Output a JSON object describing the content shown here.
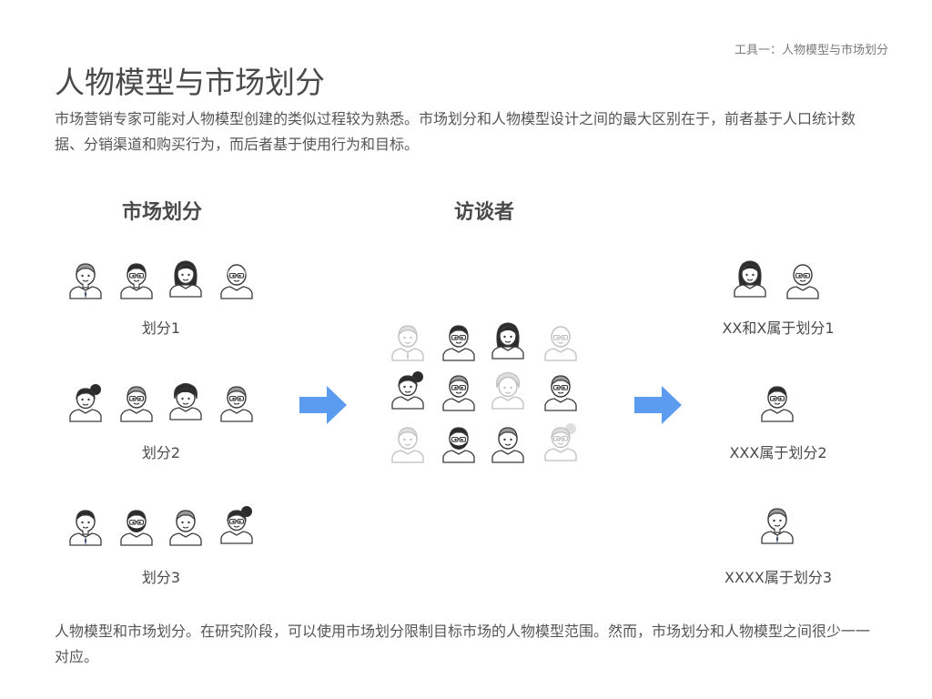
{
  "header_tag": "工具一：人物模型与市场划分",
  "title": "人物模型与市场划分",
  "intro_text": "市场营销专家可能对人物模型创建的类似过程较为熟悉。市场划分和人物模型设计之间的最大区别在于，前者基于人口统计数据、分销渠道和购买行为，而后者基于使用行为和目标。",
  "column_titles": {
    "segments": "市场划分",
    "interviewees": "访谈者"
  },
  "segment_captions": [
    "划分1",
    "划分2",
    "划分3"
  ],
  "result_captions": [
    "XX和X属于划分1",
    "XXX属于划分2",
    "XXXX属于划分3"
  ],
  "footer_text": "人物模型和市场划分。在研究阶段，可以使用市场划分限制目标市场的人物模型范围。然而，市场划分和人物模型之间很少一一对应。",
  "icons": {
    "arrow": "arrow-right-icon",
    "person": "person-avatar-icon"
  },
  "colors": {
    "arrow": "#5b9cf0",
    "line": "#3a3a3a",
    "dark_hair": "#2b2b2b",
    "light_hair": "#9a9a9a",
    "tie": "#3a4a6a",
    "text": "#4a4a4a"
  }
}
